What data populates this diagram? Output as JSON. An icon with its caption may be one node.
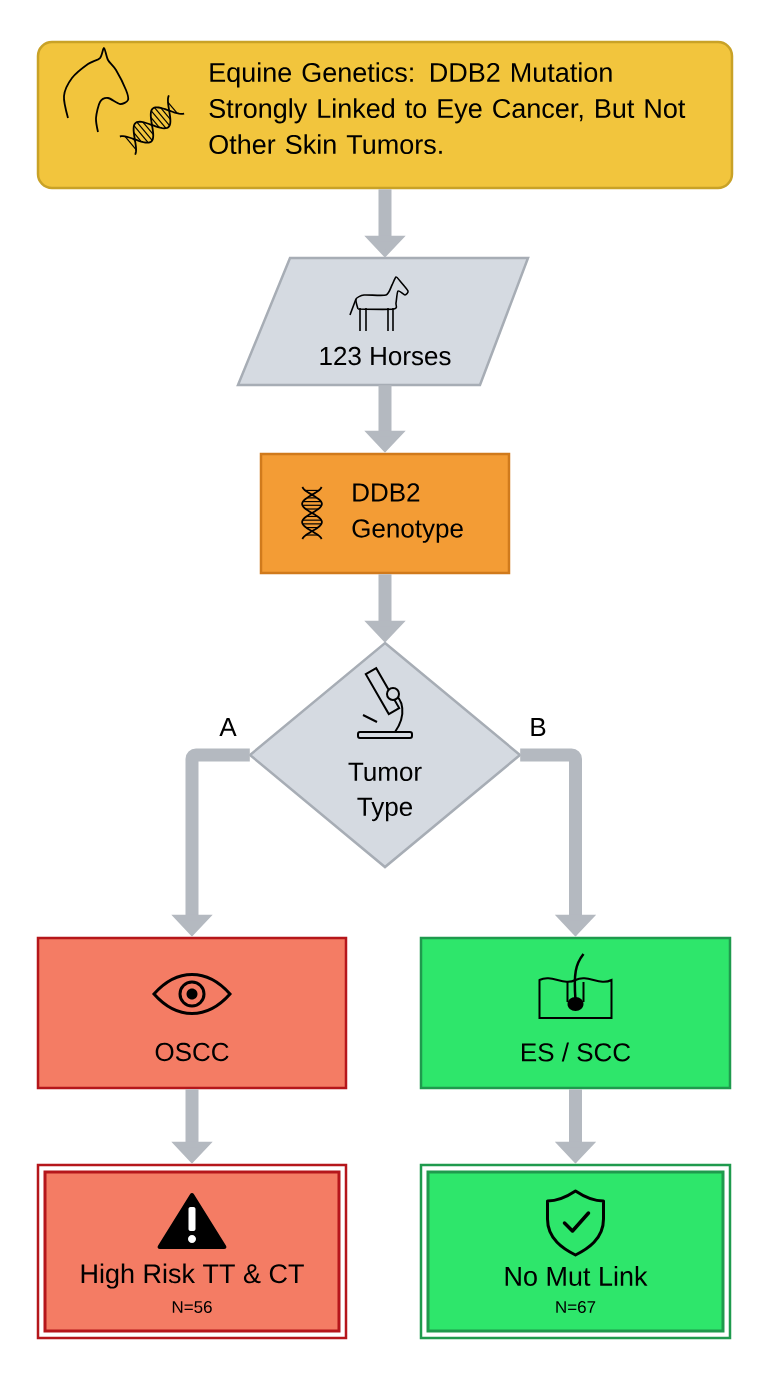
{
  "diagram": {
    "nodes": [
      {
        "text": [
          "Equine Genetics: DDB2 Mutation Strongly Linked to Eye Cancer, But Not Other Skin Tumors."
        ]
      },
      {
        "text": [
          "123 Horses"
        ]
      },
      {
        "text": [
          "DDB2 Genotype"
        ]
      },
      {
        "text": [
          "Tumor Type"
        ]
      },
      {
        "text": [
          "OSCC"
        ]
      },
      {
        "text": [
          "ES / SCC"
        ]
      },
      {
        "text": [
          "High Risk TT & CT",
          "N=56"
        ]
      },
      {
        "text": [
          "No Mut Link",
          "N=67"
        ]
      }
    ],
    "edges": [
      {
        "from": 0,
        "to": 1,
        "arrow": "to"
      },
      {
        "from": 1,
        "to": 2,
        "arrow": "to"
      },
      {
        "from": 2,
        "to": 3,
        "arrow": "to"
      },
      {
        "from": 3,
        "to": 4,
        "arrow": "to",
        "label": "A"
      },
      {
        "from": 3,
        "to": 5,
        "arrow": "to",
        "label": "B"
      },
      {
        "from": 4,
        "to": 6,
        "arrow": "to"
      },
      {
        "from": 5,
        "to": 7,
        "arrow": "to"
      }
    ]
  }
}
